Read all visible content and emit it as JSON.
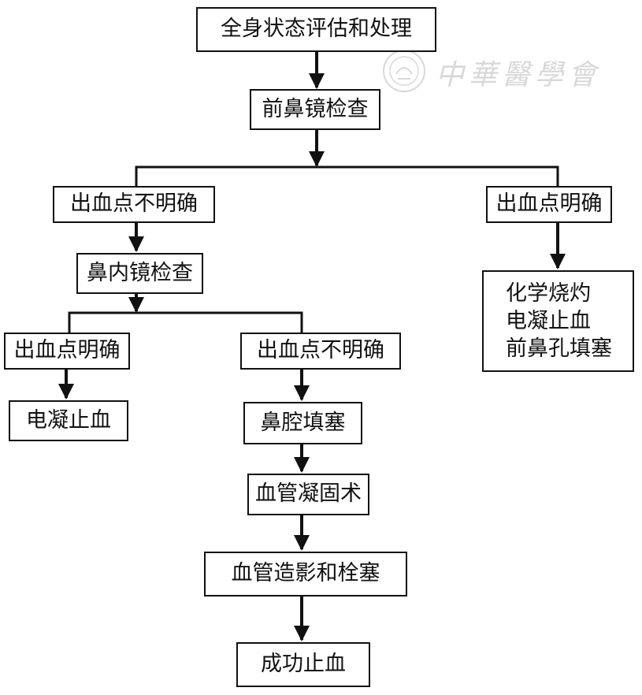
{
  "nodes": {
    "assess": "全身状态评估和处理",
    "anterior_exam": "前鼻镜检查",
    "left_unclear": "出血点不明确",
    "right_clear": "出血点明确",
    "endoscope_exam": "鼻内镜检查",
    "right_treatments": [
      "化学烧灼",
      "电凝止血",
      "前鼻孔填塞"
    ],
    "ll_clear": "出血点明确",
    "lr_unclear": "出血点不明确",
    "electrocoag": "电凝止血",
    "nasal_packing": "鼻腔填塞",
    "vessel_coag": "血管凝固术",
    "angio_embol": "血管造影和栓塞",
    "success": "成功止血"
  },
  "watermark": {
    "text": "中華醫學會"
  }
}
